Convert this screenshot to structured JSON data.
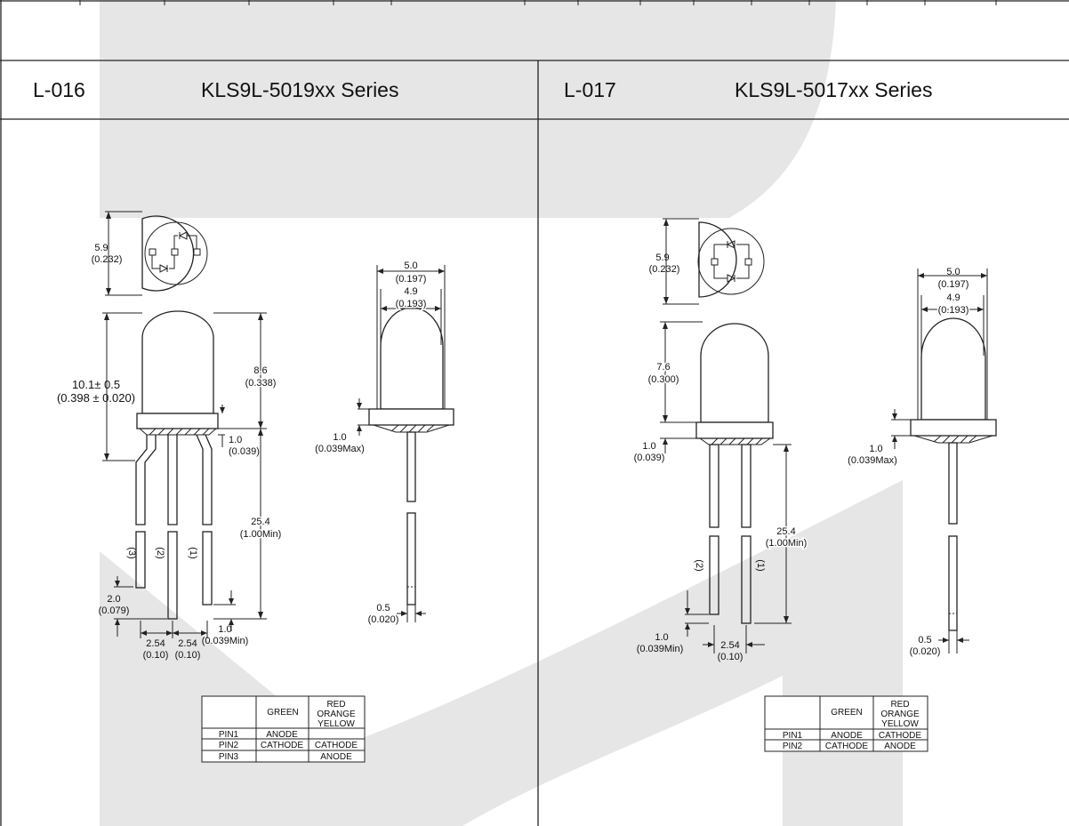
{
  "left": {
    "code": "L-016",
    "series": "KLS9L-5019xx  Series",
    "dims": {
      "dia_top_mm": "5.9",
      "dia_top_in": "(0.232)",
      "height_total_mm": "10.1± 0.5",
      "height_total_in": "(0.398 ± 0.020)",
      "body_mm": "8.6",
      "body_in": "(0.338)",
      "flange_mm": "1.0",
      "flange_in": "(0.039)",
      "lead_mm": "25.4",
      "lead_in": "(1.00Min)",
      "offset_mm": "2.0",
      "offset_in": "(0.079)",
      "pitch1_mm": "2.54",
      "pitch1_in": "(0.10)",
      "pitch2_mm": "2.54",
      "pitch2_in": "(0.10)",
      "bottom_mm": "1.0",
      "bottom_in": "(0.039Min)",
      "width_outer_mm": "5.0",
      "width_outer_in": "(0.197)",
      "width_inner_mm": "4.9",
      "width_inner_in": "(0.193)",
      "side_flange_mm": "1.0",
      "side_flange_in": "(0.039Max)",
      "lead_w_mm": "0.5",
      "lead_w_in": "(0.020)",
      "pin3": "(3)",
      "pin2": "(2)",
      "pin1": "(1)"
    },
    "table": {
      "col1": "GREEN",
      "col2": [
        "RED",
        "ORANGE",
        "YELLOW"
      ],
      "rows": [
        {
          "pin": "PIN1",
          "a": "ANODE",
          "b": ""
        },
        {
          "pin": "PIN2",
          "a": "CATHODE",
          "b": "CATHODE"
        },
        {
          "pin": "PIN3",
          "a": "",
          "b": "ANODE"
        }
      ]
    }
  },
  "right": {
    "code": "L-017",
    "series": "KLS9L-5017xx  Series",
    "dims": {
      "dia_top_mm": "5.9",
      "dia_top_in": "(0.232)",
      "body_mm": "7.6",
      "body_in": "(0.300)",
      "flange_mm": "1.0",
      "flange_in": "(0.039)",
      "lead_mm": "25.4",
      "lead_in": "(1.00Min)",
      "bottom_mm": "1.0",
      "bottom_in": "(0.039Min)",
      "pitch_mm": "2.54",
      "pitch_in": "(0.10)",
      "width_outer_mm": "5.0",
      "width_outer_in": "(0.197)",
      "width_inner_mm": "4.9",
      "width_inner_in": "(0.193)",
      "side_flange_mm": "1.0",
      "side_flange_in": "(0.039Max)",
      "lead_w_mm": "0.5",
      "lead_w_in": "(0.020)",
      "pin2": "(2)",
      "pin1": "(1)"
    },
    "table": {
      "col1": "GREEN",
      "col2": [
        "RED",
        "ORANGE",
        "YELLOW"
      ],
      "rows": [
        {
          "pin": "PIN1",
          "a": "ANODE",
          "b": "CATHODE"
        },
        {
          "pin": "PIN2",
          "a": "CATHODE",
          "b": "ANODE"
        }
      ]
    }
  },
  "colors": {
    "watermark": "#e6e6e6",
    "line": "#222222"
  }
}
